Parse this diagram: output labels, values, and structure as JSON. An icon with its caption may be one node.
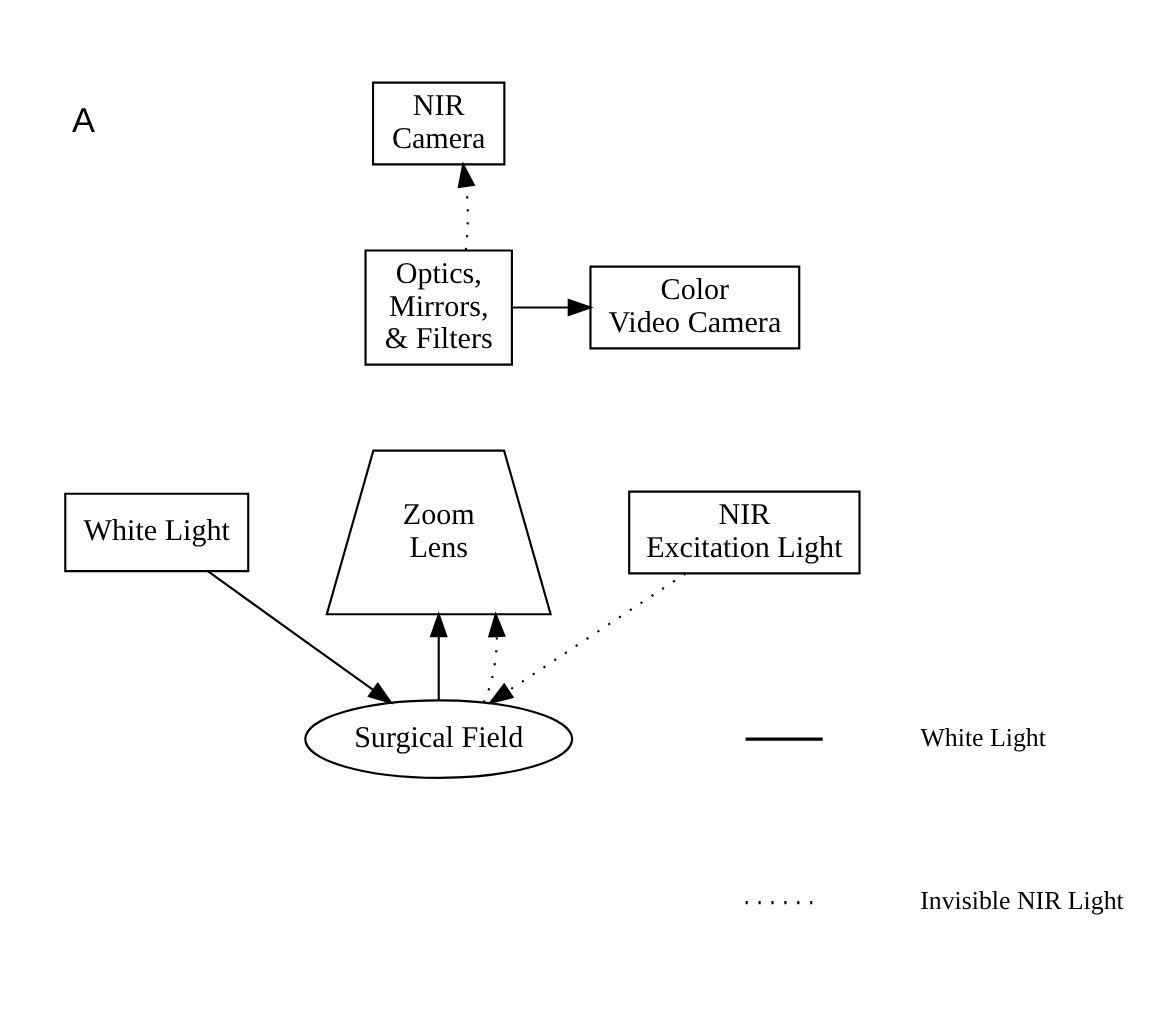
{
  "diagram": {
    "nodes": [
      {
        "text": [
          "NIR Camera"
        ]
      },
      {
        "text": [
          "Optics, Mirrors, & Filters"
        ]
      },
      {
        "text": [
          "Color Video Camera"
        ]
      },
      {
        "text": [
          "Zoom Lens"
        ]
      },
      {
        "text": [
          "White Light"
        ]
      },
      {
        "text": [
          "NIR Excitation Light"
        ]
      },
      {
        "text": [
          "Surgical Field"
        ]
      }
    ],
    "edges": [
      {
        "from": 1,
        "to": 0,
        "arrow": "to",
        "style": "dashed"
      },
      {
        "from": 1,
        "to": 2,
        "arrow": "to"
      },
      {
        "from": 4,
        "to": 6,
        "arrow": "to"
      },
      {
        "from": 5,
        "to": 6,
        "arrow": "to",
        "style": "dashed"
      },
      {
        "from": 6,
        "to": 3,
        "arrow": "to"
      },
      {
        "from": 6,
        "to": 3,
        "arrow": "to",
        "style": "dashed"
      }
    ],
    "labels": [
      "A"
    ],
    "legend": [
      {
        "text": "White Light"
      },
      {
        "text": "Invisible NIR Light"
      }
    ]
  }
}
